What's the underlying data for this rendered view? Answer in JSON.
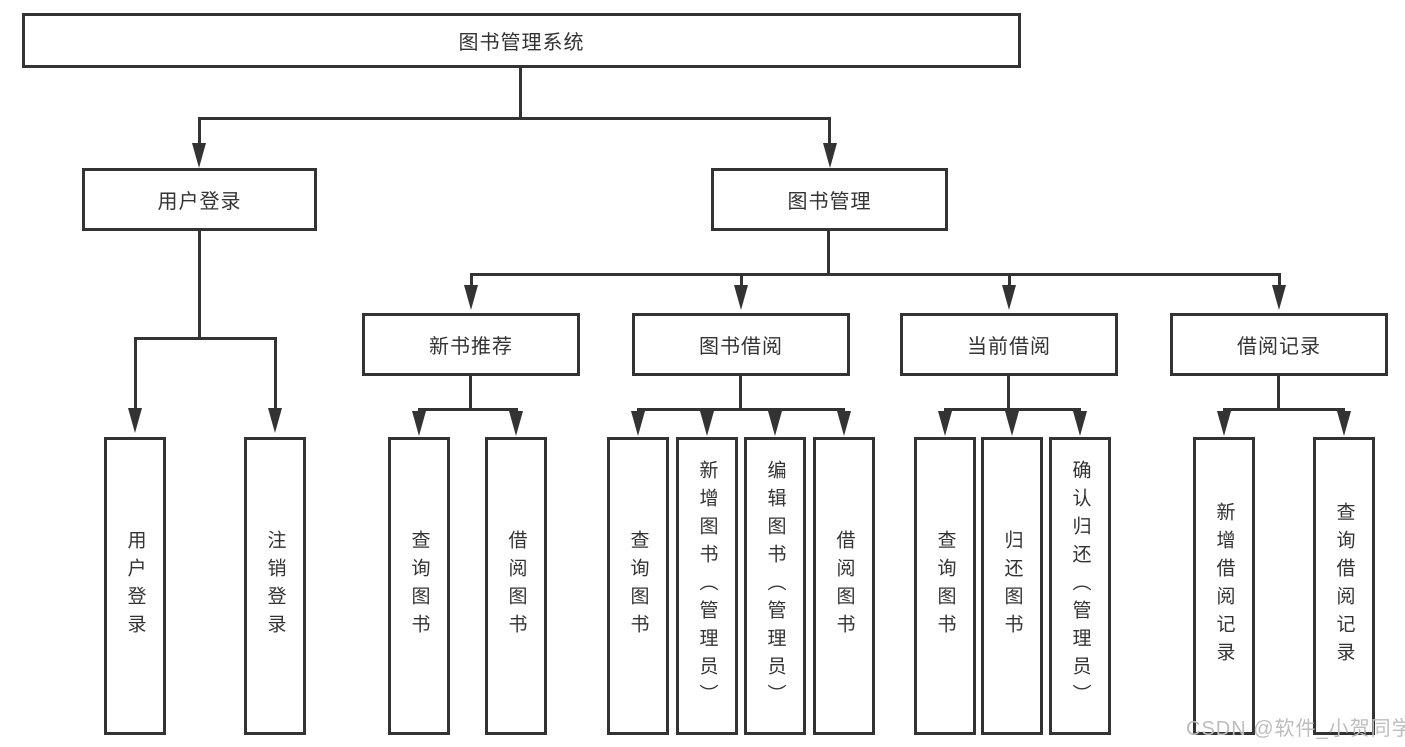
{
  "colors": {
    "line": "#333333",
    "text": "#333333",
    "watermark": "#bdbdbd",
    "background": "#ffffff"
  },
  "icons": {
    "arrow_down": "▼"
  },
  "watermark": {
    "text": "CSDN @软件_小贺同学"
  },
  "tree": {
    "root": {
      "label": "图书管理系统"
    },
    "branches": [
      {
        "label": "用户登录",
        "leaves": [
          {
            "label": "用户登录"
          },
          {
            "label": "注销登录"
          }
        ]
      },
      {
        "label": "图书管理",
        "groups": [
          {
            "label": "新书推荐",
            "leaves": [
              {
                "label": "查询图书"
              },
              {
                "label": "借阅图书"
              }
            ]
          },
          {
            "label": "图书借阅",
            "leaves": [
              {
                "label": "查询图书"
              },
              {
                "label": "新增图书（管理员）"
              },
              {
                "label": "编辑图书（管理员）"
              },
              {
                "label": "借阅图书"
              }
            ]
          },
          {
            "label": "当前借阅",
            "leaves": [
              {
                "label": "查询图书"
              },
              {
                "label": "归还图书"
              },
              {
                "label": "确认归还（管理员）"
              }
            ]
          },
          {
            "label": "借阅记录",
            "leaves": [
              {
                "label": "新增借阅记录"
              },
              {
                "label": "查询借阅记录"
              }
            ]
          }
        ]
      }
    ]
  }
}
